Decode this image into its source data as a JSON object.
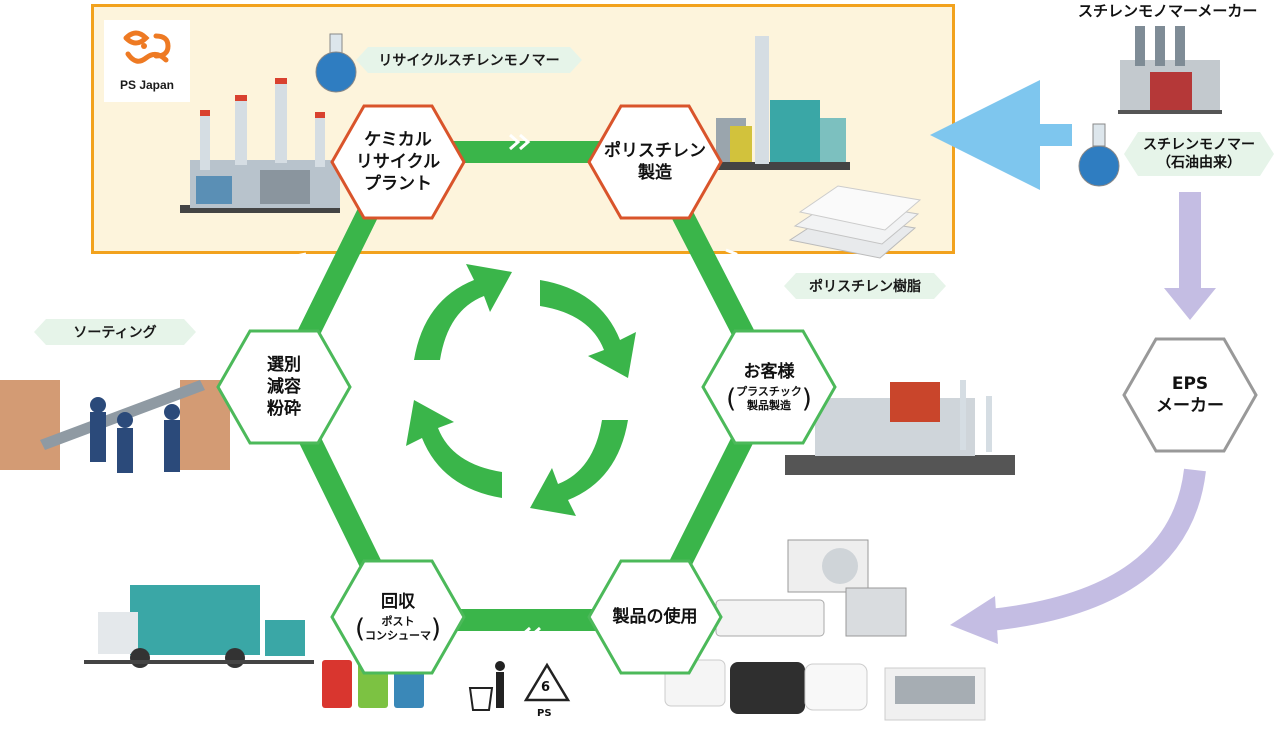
{
  "brand": {
    "logo_text": "PS Japan",
    "accent": "#f2a21d",
    "cycle_green": "#3ab54a",
    "hex_red": "#d9542b",
    "hex_green": "#4cb95a",
    "feed_blue": "#7ec6ee",
    "feed_purple": "#c4bde3"
  },
  "cycle": {
    "chemical_plant": {
      "line1": "ケミカル",
      "line2": "リサイクル",
      "line3": "プラント"
    },
    "polystyrene": {
      "line1": "ポリスチレン",
      "line2": "製造"
    },
    "customer": {
      "line1": "お客様",
      "sub1": "プラスチック",
      "sub2": "製品製造"
    },
    "product_use": {
      "line1": "製品の使用"
    },
    "collection": {
      "line1": "回収",
      "sub1": "ポスト",
      "sub2": "コンシューマ"
    },
    "sorting": {
      "line1": "選別",
      "line2": "減容",
      "line3": "粉砕"
    }
  },
  "labels": {
    "recycle_monomer": "リサイクルスチレンモノマー",
    "ps_resin": "ポリスチレン樹脂",
    "sorting": "ソーティング",
    "monomer_maker": "スチレンモノマーメーカー",
    "monomer_line1": "スチレンモノマー",
    "monomer_line2": "（石油由来）",
    "ps_mark_number": "6",
    "ps_mark_text": "PS"
  },
  "eps": {
    "line1": "EPS",
    "line2": "メーカー"
  }
}
